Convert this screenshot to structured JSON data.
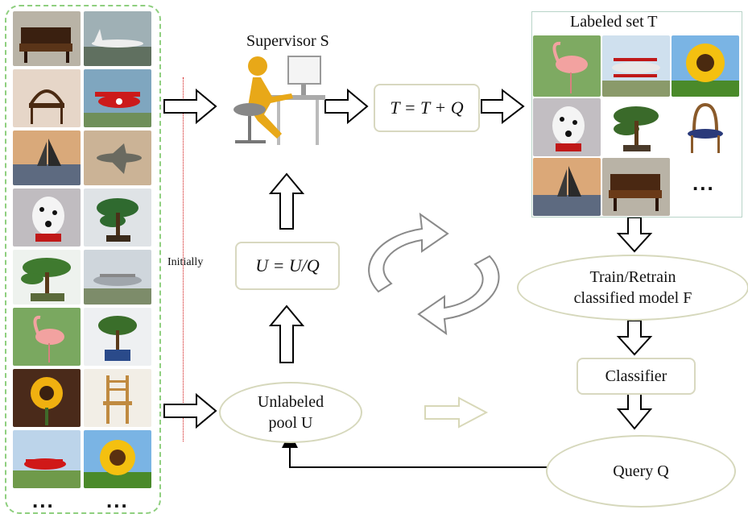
{
  "supervisor_label": "Supervisor S",
  "labeled_set_label": "Labeled set T",
  "update_T": "T = T + Q",
  "update_U": "U = U/Q",
  "initially": "Initially",
  "unlabeled_line1": "Unlabeled",
  "unlabeled_line2": "pool U",
  "train_line1": "Train/Retrain",
  "train_line2": "classified model F",
  "classifier": "Classifier",
  "query": "Query Q",
  "ellipsis_left_1": "...",
  "ellipsis_left_2": "...",
  "ellipsis_right": "...",
  "colors": {
    "dashed_border": "#8fcf7f",
    "box_border": "#d8d8c0",
    "red_line": "#d01010",
    "arrow_outline": "#000000",
    "cycle_gray": "#8a8a8a"
  },
  "left_images": [
    "piano-icon",
    "airplane-icon",
    "chair-icon",
    "red-plane-icon",
    "sailboat-icon",
    "jet-icon",
    "dalmatian-icon",
    "bonsai-icon",
    "bonsai-wide-icon",
    "propeller-plane-icon",
    "flamingo-icon",
    "potted-bonsai-icon",
    "sunflower-icon",
    "wooden-chair-icon",
    "red-toy-plane-icon",
    "sunflower-field-icon"
  ],
  "right_images": [
    "flamingo-icon",
    "biplane-icon",
    "sunflower-icon",
    "dalmatian-icon",
    "bonsai-icon",
    "antique-chair-icon",
    "sailboat-icon",
    "piano-icon"
  ]
}
